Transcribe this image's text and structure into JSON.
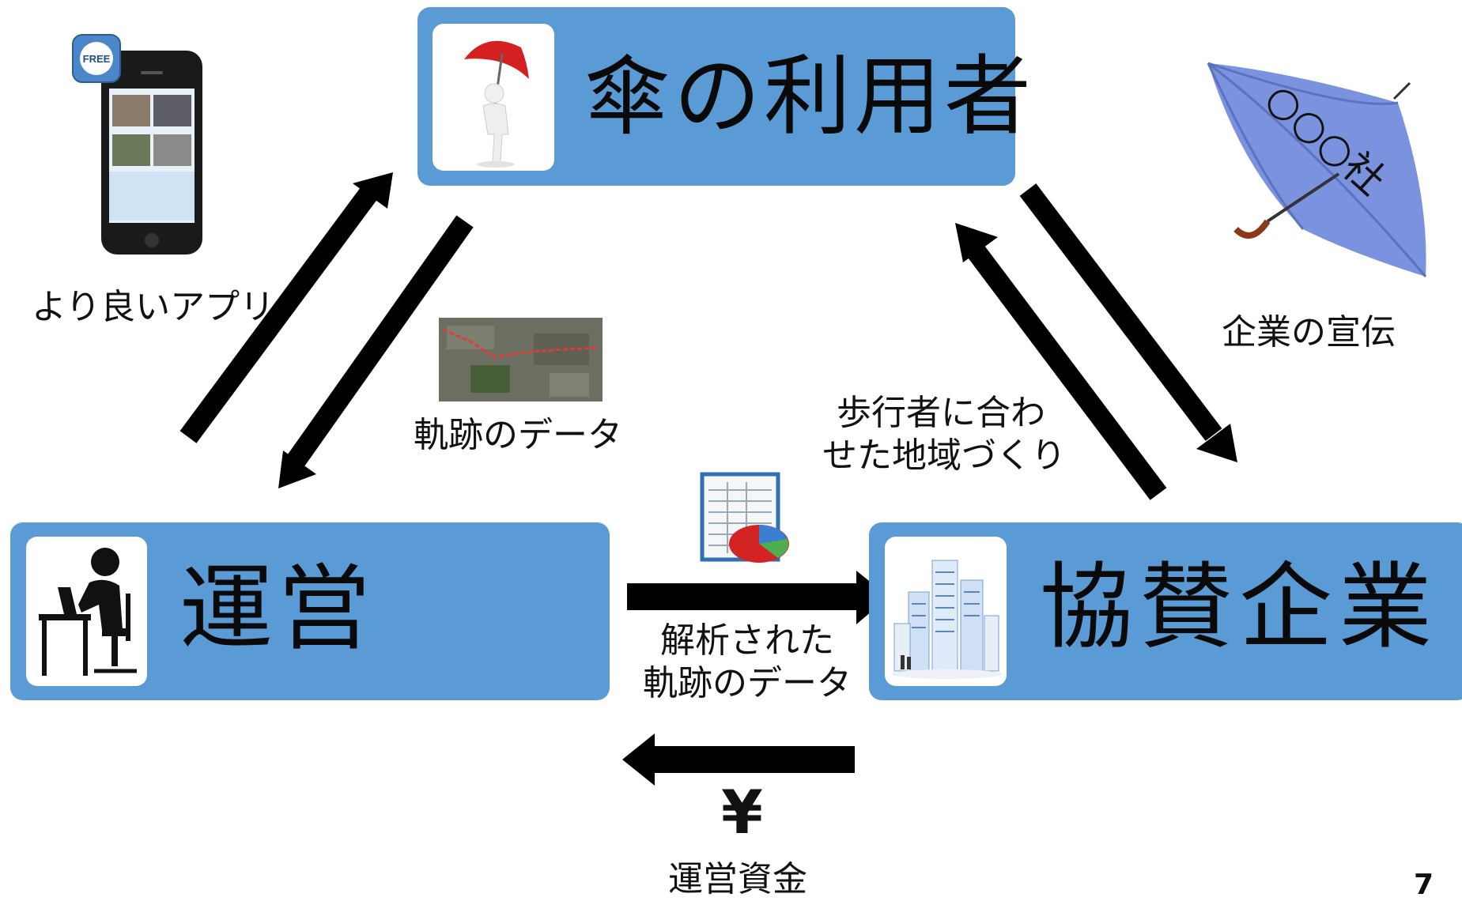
{
  "nodes": {
    "user": {
      "label": "傘の利用者"
    },
    "operator": {
      "label": "運営"
    },
    "sponsor": {
      "label": "協賛企業"
    }
  },
  "edges": {
    "better_app": "より良いアプリ",
    "trajectory_data": "軌跡のデータ",
    "town_planning_line1": "歩行者に合わ",
    "town_planning_line2": "せた地域づくり",
    "advertising": "企業の宣伝",
    "analyzed_line1": "解析された",
    "analyzed_line2": "軌跡のデータ",
    "yen_symbol": "¥",
    "operating_funds": "運営資金"
  },
  "decor": {
    "umbrella_text": "○○○社",
    "app_badge": "FREE"
  },
  "page_number": "7",
  "colors": {
    "node_fill": "#5b9bd5",
    "arrow": "#000000"
  }
}
